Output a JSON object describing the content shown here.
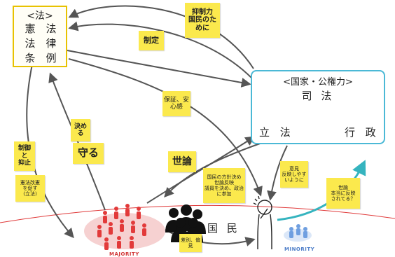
{
  "law": {
    "title": "<法>",
    "items": [
      "憲",
      "法",
      "法",
      "律",
      "条",
      "例"
    ]
  },
  "state": {
    "title": "<国家・公権力>",
    "judicial": "司 法",
    "legislative": "立 法",
    "executive": "行 政"
  },
  "notes": {
    "restraint_for_people": "抑制力\n国民のた\nめに",
    "enact": "制定",
    "security": "保証、安\n心感",
    "decide": "決め\nる",
    "protect": "守る",
    "control": "制御\nと\n抑止",
    "amendment": "憲法改憲\nを促す\n(立法)",
    "public_opinion": "世論",
    "participation": "国民の方針決め\n世論反映\n議員を決め、政治\nに参加",
    "easy_reflect": "意見\n反映しやす\nいように",
    "reflected": "世論\n本当に反映\nされてる？",
    "discrimination": "差別、偏\n見"
  },
  "people_label": "国 民",
  "minority_label": "MINORITY",
  "majority_label": "MAJORITY",
  "colors": {
    "sticky": "#fbe94d",
    "arrow": "#555555",
    "teal_arrow": "#35b4bf",
    "red_curve": "#e03a3a",
    "majority": "#e23a3a",
    "minority": "#6f9fe0",
    "state_border": "#4bb9d6",
    "law_border": "#e8c200"
  }
}
